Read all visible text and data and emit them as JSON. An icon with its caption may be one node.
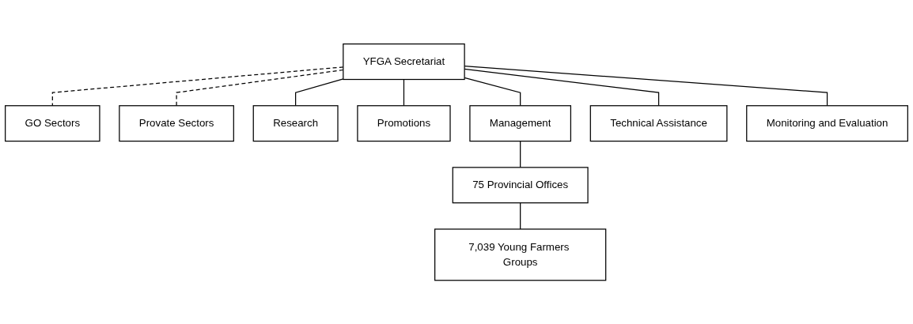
{
  "diagram": {
    "nodes": [
      {
        "text": [
          "GO Sectors"
        ]
      },
      {
        "text": [
          "YFGA Secretariat"
        ]
      },
      {
        "text": [
          "Provate Sectors"
        ]
      },
      {
        "text": [
          "Research"
        ]
      },
      {
        "text": [
          "Promotions"
        ]
      },
      {
        "text": [
          "Management"
        ]
      },
      {
        "text": [
          "Technical Assistance"
        ]
      },
      {
        "text": [
          "Monitoring and Evaluation"
        ]
      },
      {
        "text": [
          "75 Provincial Offices"
        ]
      },
      {
        "text": [
          "7,039 Young Farmers Groups"
        ]
      }
    ],
    "edges": [
      {
        "from": 1,
        "to": 0,
        "arrow": "none",
        "style": "dashed"
      },
      {
        "from": 1,
        "to": 2,
        "arrow": "none",
        "style": "dashed"
      },
      {
        "from": 1,
        "to": 3,
        "arrow": "none"
      },
      {
        "from": 1,
        "to": 4,
        "arrow": "none"
      },
      {
        "from": 1,
        "to": 5,
        "arrow": "none"
      },
      {
        "from": 1,
        "to": 6,
        "arrow": "none"
      },
      {
        "from": 1,
        "to": 7,
        "arrow": "none"
      },
      {
        "from": 5,
        "to": 8,
        "arrow": "none"
      },
      {
        "from": 8,
        "to": 9,
        "arrow": "none"
      }
    ]
  }
}
